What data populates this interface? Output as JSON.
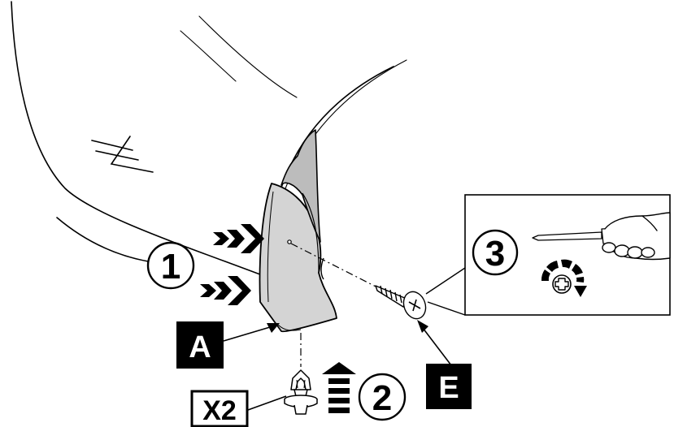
{
  "colors": {
    "line": "#000000",
    "flap_fill": "#d4d4d4",
    "flap_shade": "#bcbcbc",
    "background": "#ffffff"
  },
  "labels": {
    "step1": "1",
    "step2": "2",
    "step3": "3",
    "part_a": "A",
    "part_e": "E",
    "quantity": "X2"
  },
  "icons": {
    "push_arrows": "triple-chevron-arrow-icon",
    "up_arrow": "segmented-up-arrow-icon",
    "screwdriver": "phillips-screwdriver-icon",
    "rotate": "clockwise-rotation-icon",
    "phillips": "phillips-head-icon"
  }
}
